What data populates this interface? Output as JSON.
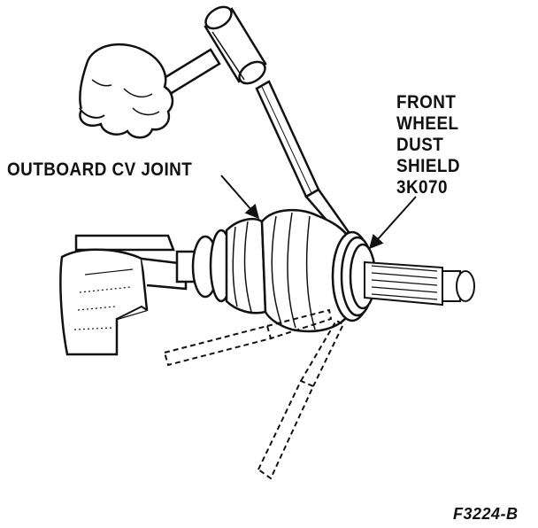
{
  "labels": {
    "outboard_cv_joint": "OUTBOARD CV JOINT",
    "front_wheel_dust_shield": [
      "FRONT",
      "WHEEL",
      "DUST",
      "SHIELD",
      "3K070"
    ],
    "figure_code": "F3224-B"
  },
  "colors": {
    "ink": "#111111",
    "background": "#ffffff"
  }
}
